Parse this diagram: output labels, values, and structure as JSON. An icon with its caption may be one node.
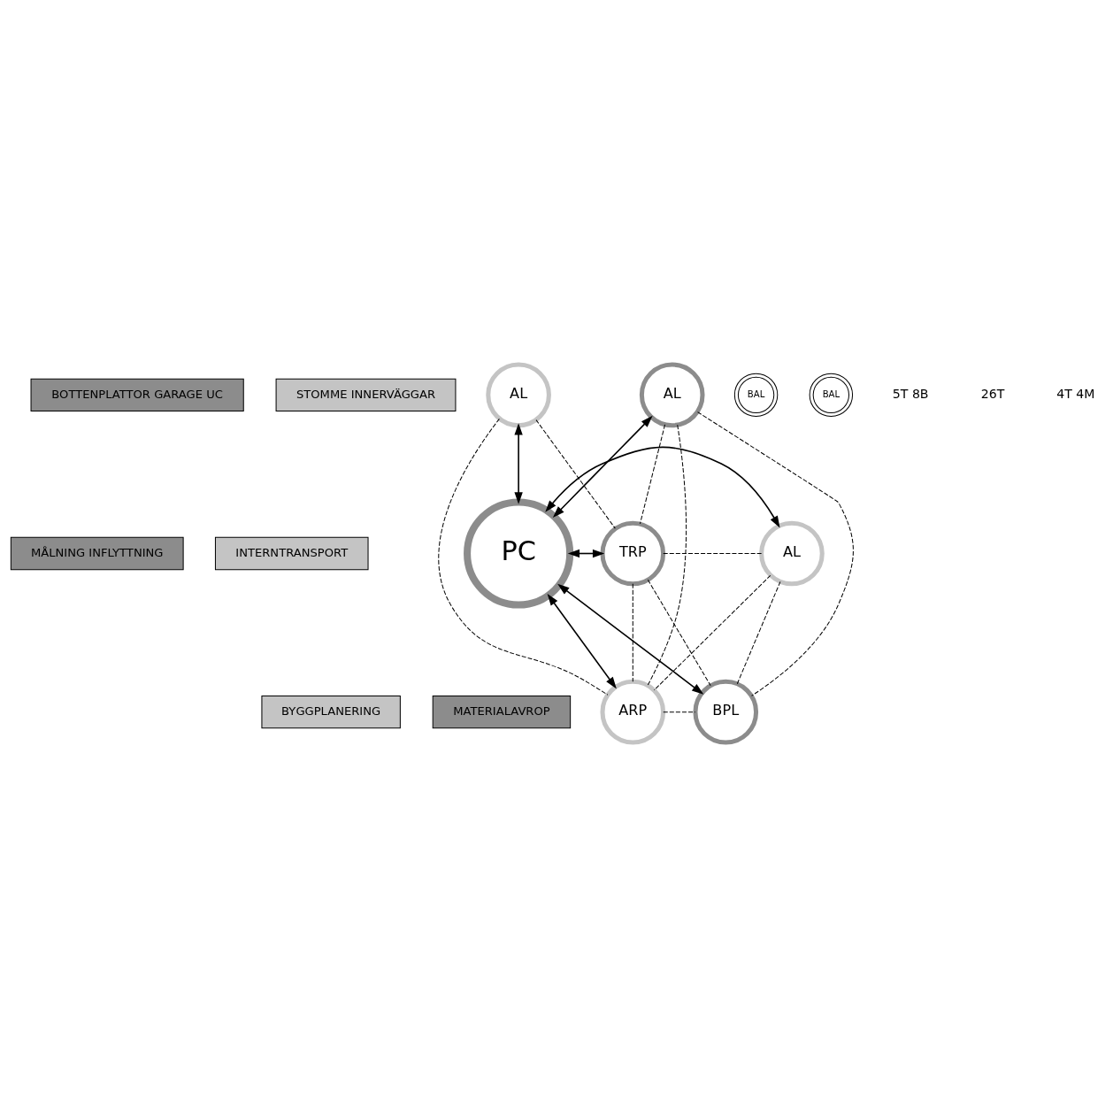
{
  "diagram": {
    "nodes": [
      {
        "text": [
          "BOTTENPLATTOR GARAGE UC"
        ]
      },
      {
        "text": [
          "STOMME INNERVÄGGAR"
        ]
      },
      {
        "text": [
          "MÅLNING INFLYTTNING"
        ]
      },
      {
        "text": [
          "BYGGPLANERING"
        ]
      },
      {
        "text": [
          "MATERIALAVROP"
        ]
      },
      {
        "text": [
          "INTERNTRANSPORT"
        ]
      },
      {
        "text": [
          "AL"
        ]
      },
      {
        "text": [
          "BAL"
        ]
      },
      {
        "text": [
          "BAL"
        ]
      },
      {
        "text": [
          "AL"
        ]
      },
      {
        "text": [
          "TRP"
        ]
      },
      {
        "text": [
          "PC"
        ]
      },
      {
        "text": [
          "AL"
        ]
      },
      {
        "text": [
          "ARP"
        ]
      },
      {
        "text": [
          "BPL"
        ]
      }
    ],
    "edges": [
      {
        "from": 11,
        "to": 6,
        "arrow": "both"
      },
      {
        "from": 11,
        "to": 9,
        "arrow": "both"
      },
      {
        "from": 11,
        "to": 10,
        "arrow": "both"
      },
      {
        "from": 11,
        "to": 12,
        "arrow": "both"
      },
      {
        "from": 11,
        "to": 13,
        "arrow": "both"
      },
      {
        "from": 11,
        "to": 14,
        "arrow": "both"
      },
      {
        "from": 6,
        "to": 10,
        "arrow": "none",
        "style": "dashed"
      },
      {
        "from": 6,
        "to": 13,
        "arrow": "none",
        "style": "dashed"
      },
      {
        "from": 9,
        "to": 10,
        "arrow": "none",
        "style": "dashed"
      },
      {
        "from": 9,
        "to": 14,
        "arrow": "none",
        "style": "dashed"
      },
      {
        "from": 9,
        "to": 13,
        "arrow": "none",
        "style": "dashed"
      },
      {
        "from": 10,
        "to": 12,
        "arrow": "none",
        "style": "dashed"
      },
      {
        "from": 10,
        "to": 14,
        "arrow": "none",
        "style": "dashed"
      },
      {
        "from": 10,
        "to": 13,
        "arrow": "none",
        "style": "dashed"
      },
      {
        "from": 12,
        "to": 13,
        "arrow": "none",
        "style": "dashed"
      },
      {
        "from": 12,
        "to": 14,
        "arrow": "none",
        "style": "dashed"
      },
      {
        "from": 13,
        "to": 14,
        "arrow": "none",
        "style": "dashed"
      }
    ],
    "labels": [
      "5T 8B",
      "26T",
      "4T 4M"
    ]
  }
}
